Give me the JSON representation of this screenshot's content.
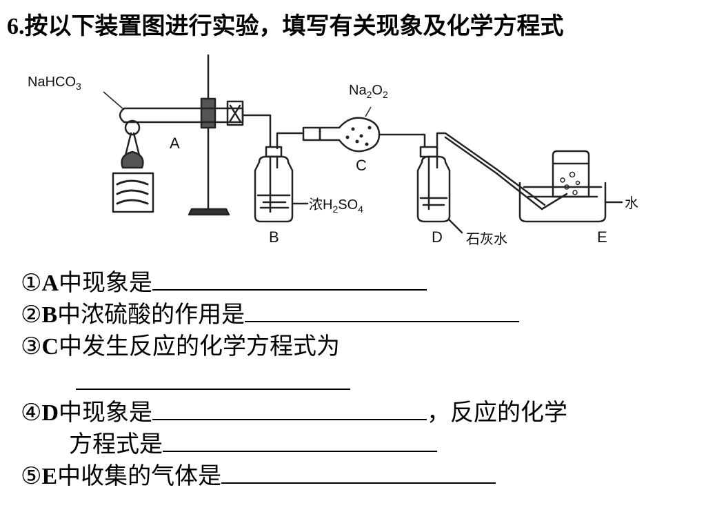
{
  "title": {
    "number": "6.",
    "text": "按以下装置图进行实验，填写有关现象及化学方程式"
  },
  "diagram": {
    "reagent_nahco3": "NaHCO3",
    "reagent_na2o2": "Na2O2",
    "label_A": "A",
    "label_B": "B",
    "label_C": "C",
    "label_D": "D",
    "label_E": "E",
    "label_conc_h2so4": "浓H2SO4",
    "label_limewater": "石灰水",
    "label_water": "水"
  },
  "questions": [
    {
      "marker": "①",
      "letter": "A",
      "text": "中现象是"
    },
    {
      "marker": "②",
      "letter": "B",
      "text": "中浓硫酸的作用是"
    },
    {
      "marker": "③",
      "letter": "C",
      "text": "中发生反应的化学方程式为"
    },
    {
      "marker": "④",
      "letter": "D",
      "text": "中现象是",
      "suffix": "，反应的化学",
      "line2": "方程式是"
    },
    {
      "marker": "⑤",
      "letter": "E",
      "text": "中收集的气体是"
    }
  ]
}
